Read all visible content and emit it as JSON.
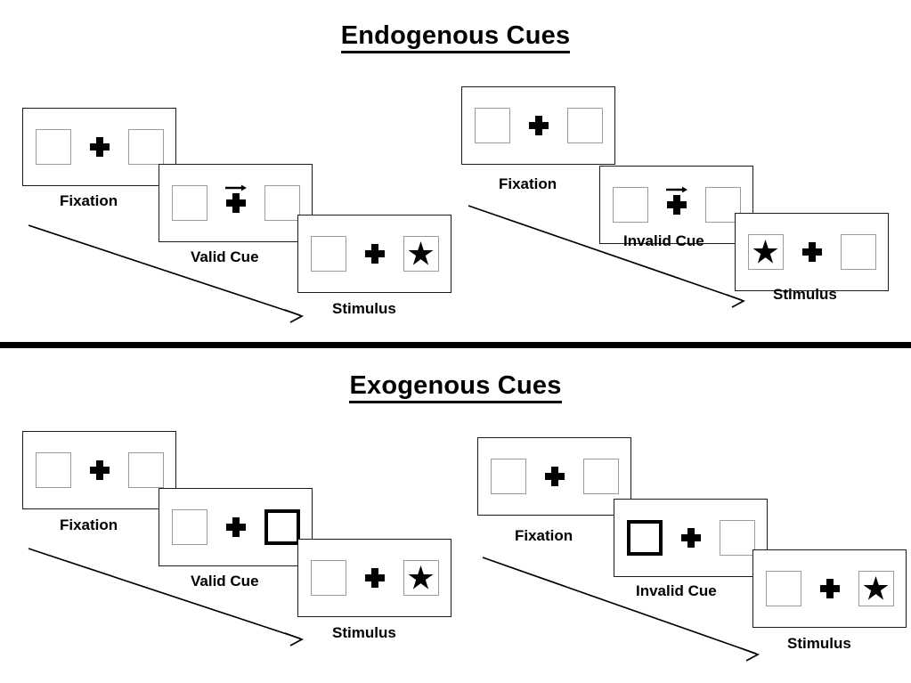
{
  "sections": [
    {
      "id": "endogenous",
      "title": "Endogenous Cues",
      "columns": [
        {
          "id": "endogenous-valid",
          "stages": [
            {
              "id": "fixation",
              "caption": "Fixation",
              "cue_type": "none",
              "cue_side": "none",
              "left_box": "empty",
              "right_box": "empty"
            },
            {
              "id": "valid-cue",
              "caption": "Valid Cue",
              "cue_type": "arrow",
              "cue_side": "right",
              "left_box": "empty",
              "right_box": "empty"
            },
            {
              "id": "stimulus",
              "caption": "Stimulus",
              "cue_type": "none",
              "cue_side": "none",
              "left_box": "empty",
              "right_box": "star"
            }
          ]
        },
        {
          "id": "endogenous-invalid",
          "stages": [
            {
              "id": "fixation",
              "caption": "Fixation",
              "cue_type": "none",
              "cue_side": "none",
              "left_box": "empty",
              "right_box": "empty"
            },
            {
              "id": "invalid-cue",
              "caption": "Invalid Cue",
              "cue_type": "arrow",
              "cue_side": "right",
              "left_box": "empty",
              "right_box": "empty"
            },
            {
              "id": "stimulus",
              "caption": "Stimulus",
              "cue_type": "none",
              "cue_side": "none",
              "left_box": "star",
              "right_box": "empty"
            }
          ]
        }
      ]
    },
    {
      "id": "exogenous",
      "title": "Exogenous Cues",
      "columns": [
        {
          "id": "exogenous-valid",
          "stages": [
            {
              "id": "fixation",
              "caption": "Fixation",
              "cue_type": "none",
              "cue_side": "none",
              "left_box": "empty",
              "right_box": "empty"
            },
            {
              "id": "valid-cue",
              "caption": "Valid Cue",
              "cue_type": "highlight",
              "cue_side": "right",
              "left_box": "empty",
              "right_box": "empty"
            },
            {
              "id": "stimulus",
              "caption": "Stimulus",
              "cue_type": "none",
              "cue_side": "none",
              "left_box": "empty",
              "right_box": "star"
            }
          ]
        },
        {
          "id": "exogenous-invalid",
          "stages": [
            {
              "id": "fixation",
              "caption": "Fixation",
              "cue_type": "none",
              "cue_side": "none",
              "left_box": "empty",
              "right_box": "empty"
            },
            {
              "id": "invalid-cue",
              "caption": "Invalid Cue",
              "cue_type": "highlight",
              "cue_side": "left",
              "left_box": "empty",
              "right_box": "empty"
            },
            {
              "id": "stimulus",
              "caption": "Stimulus",
              "cue_type": "none",
              "cue_side": "none",
              "left_box": "empty",
              "right_box": "star"
            }
          ]
        }
      ]
    }
  ],
  "colors": {
    "panel_border": "#1a1a1a",
    "box_border": "#9b9b9b",
    "box_highlight_border": "#000000",
    "star_fill": "#000000",
    "cross_fill": "#000000",
    "divider": "#000000",
    "background": "#ffffff",
    "text": "#000000"
  },
  "icons": {
    "cue_arrow": "arrow-right-icon",
    "time_arrow": "time-progression-arrow-icon",
    "fixation_cross": "plus-cross-icon",
    "target_star": "star-icon"
  }
}
